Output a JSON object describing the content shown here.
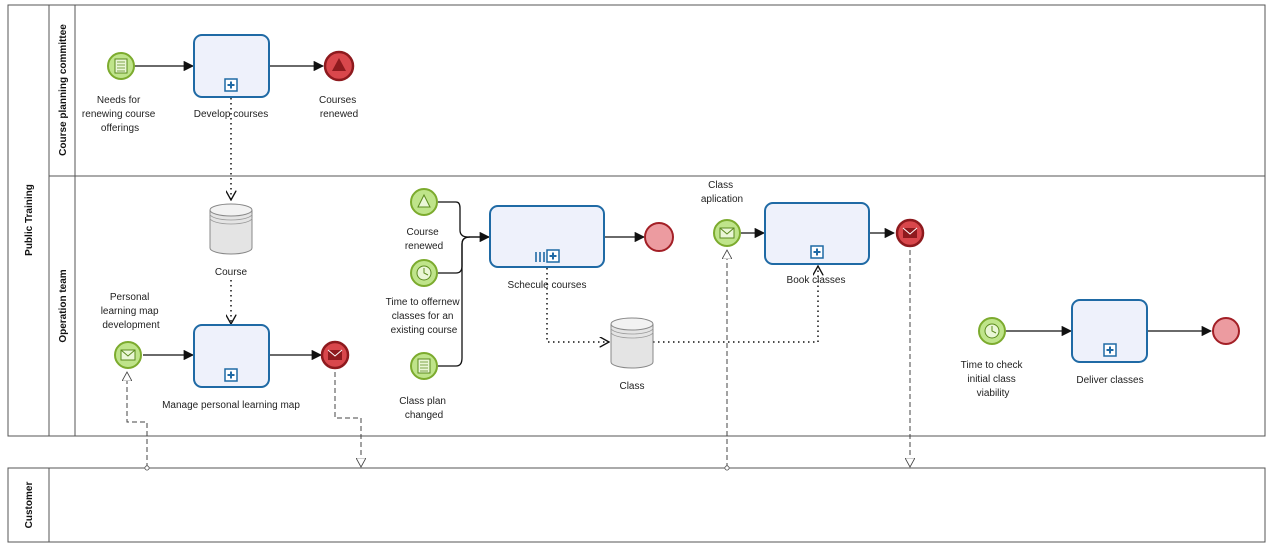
{
  "pool": {
    "title": "Public Training"
  },
  "lanes": [
    {
      "id": "lane-course-planning",
      "title": "Course planning committee"
    },
    {
      "id": "lane-operation-team",
      "title": "Operation team"
    }
  ],
  "customer_pool": {
    "title": "Customer"
  },
  "tasks": {
    "develop_courses": "Develop courses",
    "manage_map": "Manage personal learning map",
    "schedule_courses": "Schecule courses",
    "book_classes": "Book classes",
    "deliver_classes": "Deliver classes"
  },
  "events": {
    "needs_renewing": [
      "Needs for",
      "renewing course",
      "offerings"
    ],
    "courses_renewed_end": [
      "Courses",
      "renewed"
    ],
    "personal_map_dev": [
      "Personal",
      "learning  map",
      "development"
    ],
    "course_renewed_start": [
      "Course",
      "renewed"
    ],
    "time_offer": [
      "Time to offernew",
      "classes for  an",
      "existing course"
    ],
    "class_plan_changed": [
      "Class plan",
      "changed"
    ],
    "class_application": [
      "Class",
      "aplication"
    ],
    "time_check": [
      "Time to check",
      "initial  class",
      "viability"
    ]
  },
  "data_stores": {
    "course": "Course",
    "class": "Class"
  },
  "colors": {
    "task_border": "#1f6aa5",
    "task_fill": "#eef1fb",
    "start_event": "#bfe48a",
    "end_event": "#c62a31"
  }
}
